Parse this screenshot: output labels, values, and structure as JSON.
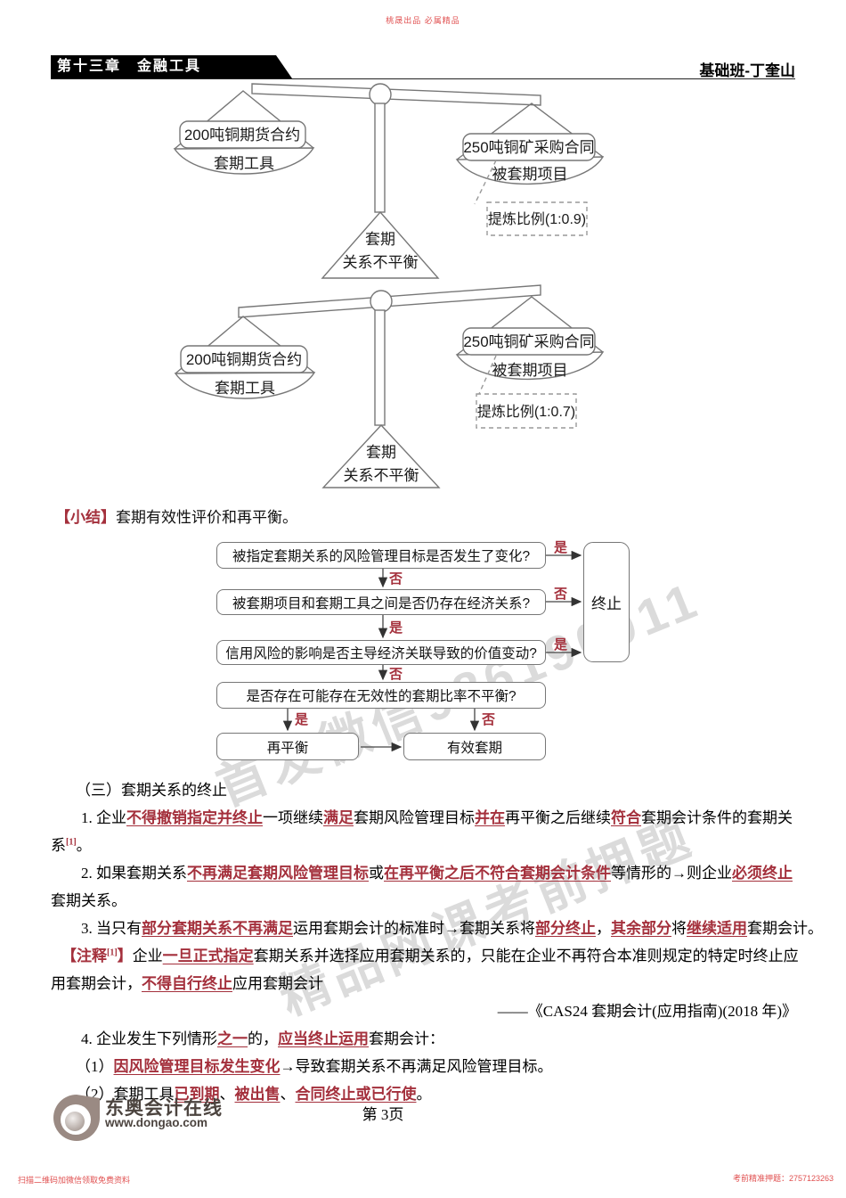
{
  "colors": {
    "accent": "#a4303c",
    "wmred": "#e05050",
    "line": "#777777"
  },
  "watermarks": {
    "top": "桃晟出品 必属精品",
    "diag1": "首发微信986190911",
    "diag2": "精品网课考前押题",
    "bottom_left": "扫描二维码加微信领取免费资料",
    "bottom_right": "考前精准押题：2757123263"
  },
  "header": {
    "chapter": "第十三章　金融工具",
    "instructor": "基础班-丁奎山"
  },
  "scale1": {
    "tool_item": "200吨铜期货合约",
    "tool_role": "套期工具",
    "hedged_item": "250吨铜矿采购合同",
    "hedged_role": "被套期项目",
    "ratio": "提炼比例(1:0.9)",
    "result1": "套期",
    "result2": "关系不平衡"
  },
  "scale2": {
    "tool_item": "200吨铜期货合约",
    "tool_role": "套期工具",
    "hedged_item": "250吨铜矿采购合同",
    "hedged_role": "被套期项目",
    "ratio": "提炼比例(1:0.7)",
    "result1": "套期",
    "result2": "关系不平衡"
  },
  "summary_segs": [
    {
      "t": "【小结】",
      "s": "red"
    },
    {
      "t": "套期有效性评价和再平衡。"
    }
  ],
  "flowchart": {
    "q1": "被指定套期关系的风险管理目标是否发生了变化?",
    "q2": "被套期项目和套期工具之间是否仍存在经济关系?",
    "q3": "信用风险的影响是否主导经济关联导致的价值变动?",
    "q4": "是否存在可能存在无效性的套期比率不平衡?",
    "terminate": "终止",
    "rebalance": "再平衡",
    "effective": "有效套期",
    "lbl_q1_term": "是",
    "lbl_q1_q2": "否",
    "lbl_q2_term": "否",
    "lbl_q2_q3": "是",
    "lbl_q3_term": "是",
    "lbl_q3_q4": "否",
    "lbl_q4_rebalance": "是",
    "lbl_q4_effective": "否"
  },
  "body": {
    "lines": [
      {
        "indent": 28,
        "segs": [
          {
            "t": "（三）套期关系的终止"
          }
        ]
      },
      {
        "indent": 34,
        "nowrap": true,
        "segs": [
          {
            "t": "1. 企业"
          },
          {
            "t": "不得撤销指定并终止",
            "s": "em"
          },
          {
            "t": "一项继续"
          },
          {
            "t": "满足",
            "s": "em"
          },
          {
            "t": "套期风险管理目标"
          },
          {
            "t": "并在",
            "s": "em"
          },
          {
            "t": "再平衡之后继续"
          },
          {
            "t": "符合",
            "s": "em"
          },
          {
            "t": "套期会计条件的套期关"
          }
        ]
      },
      {
        "indent": 0,
        "segs": [
          {
            "t": "系"
          },
          {
            "t": "[1]",
            "s": "sup"
          },
          {
            "t": "。"
          }
        ]
      },
      {
        "indent": 34,
        "nowrap": true,
        "segs": [
          {
            "t": "2. 如果套期关系"
          },
          {
            "t": "不再满足套期风险管理目标",
            "s": "em"
          },
          {
            "t": "或"
          },
          {
            "t": "在再平衡之后不符合套期会计条件",
            "s": "em"
          },
          {
            "t": "等情形的→则企业"
          },
          {
            "t": "必须终止",
            "s": "em"
          }
        ]
      },
      {
        "indent": 0,
        "segs": [
          {
            "t": "套期关系。"
          }
        ]
      },
      {
        "indent": 34,
        "nowrap": true,
        "segs": [
          {
            "t": "3. 当只有"
          },
          {
            "t": "部分套期关系不再满足",
            "s": "em"
          },
          {
            "t": "运用套期会计的标准时→套期关系将"
          },
          {
            "t": "部分终止",
            "s": "em"
          },
          {
            "t": "，"
          },
          {
            "t": "其余部分",
            "s": "em"
          },
          {
            "t": "将"
          },
          {
            "t": "继续适用",
            "s": "em"
          },
          {
            "t": "套期会计。"
          }
        ]
      },
      {
        "indent": 12,
        "nowrap": true,
        "segs": [
          {
            "t": "【注释",
            "s": "red"
          },
          {
            "t": "[1]",
            "s": "sup"
          },
          {
            "t": "】",
            "s": "red"
          },
          {
            "t": "企业"
          },
          {
            "t": "一旦正式指定",
            "s": "em"
          },
          {
            "t": "套期关系并选择应用套期关系的，只能在企业不再符合本准则规定的特定时终止应"
          }
        ]
      },
      {
        "indent": 0,
        "segs": [
          {
            "t": "用套期会计，"
          },
          {
            "t": "不得自行终止",
            "s": "em"
          },
          {
            "t": "应用套期会计"
          }
        ]
      },
      {
        "align": "right",
        "segs": [
          {
            "t": "——《CAS24 套期会计(应用指南)(2018 年)》"
          }
        ]
      },
      {
        "indent": 34,
        "segs": [
          {
            "t": "4. 企业发生下列情形"
          },
          {
            "t": "之一",
            "s": "em"
          },
          {
            "t": "的，"
          },
          {
            "t": "应当终止运用",
            "s": "em"
          },
          {
            "t": "套期会计："
          }
        ]
      },
      {
        "indent": 28,
        "segs": [
          {
            "t": "（1）"
          },
          {
            "t": "因风险管理目标发生变化",
            "s": "em"
          },
          {
            "t": "→导致套期关系不再满足风险管理目标。"
          }
        ]
      },
      {
        "indent": 28,
        "segs": [
          {
            "t": "（2）套期工具"
          },
          {
            "t": "已到期",
            "s": "em"
          },
          {
            "t": "、"
          },
          {
            "t": "被出售",
            "s": "em"
          },
          {
            "t": "、"
          },
          {
            "t": "合同终止或已行使",
            "s": "em"
          },
          {
            "t": "。"
          }
        ]
      }
    ]
  },
  "footer": {
    "brand": "东奥会计在线",
    "site": "www.dongao.com",
    "page": "第 3页"
  }
}
